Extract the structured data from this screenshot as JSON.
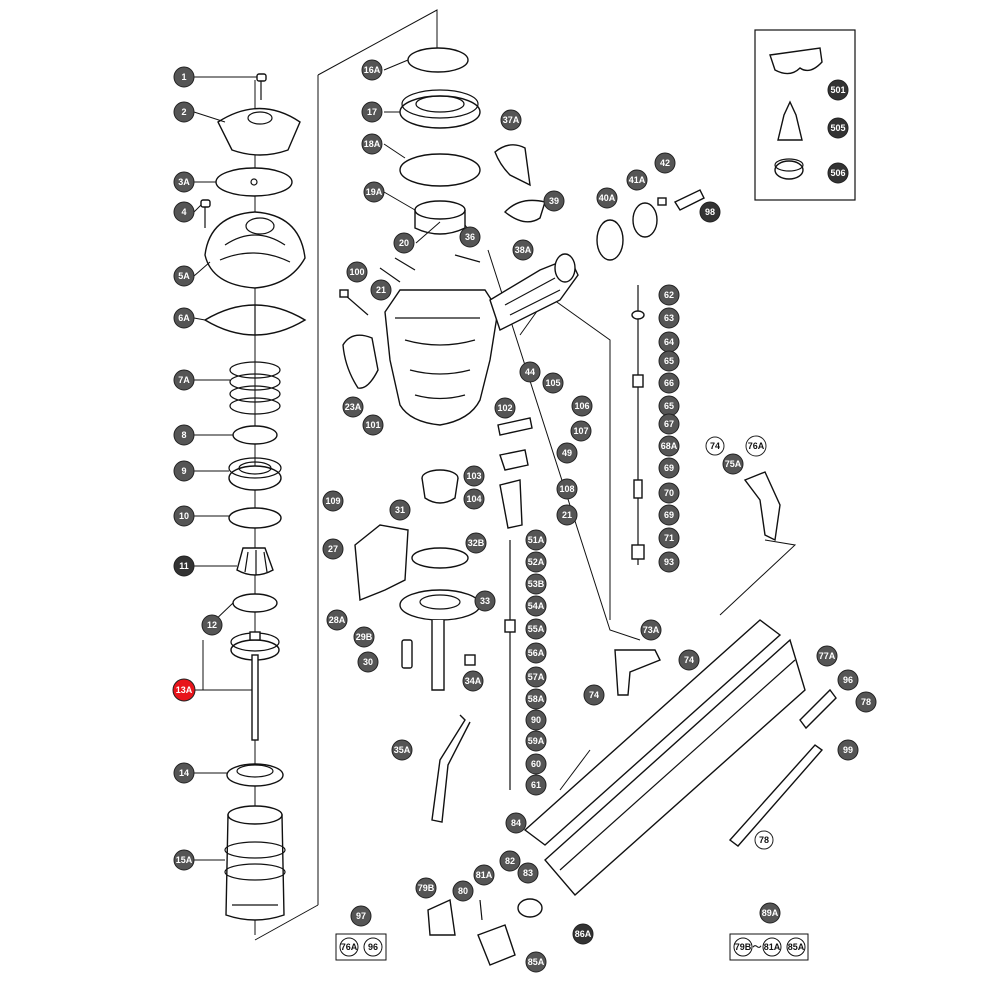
{
  "diagram": {
    "label_fill": "#555555",
    "highlight_fill": "#e8141b",
    "highlighted_part": "13A",
    "labels": {
      "p1": "1",
      "p2": "2",
      "p3a": "3A",
      "p4": "4",
      "p5a": "5A",
      "p6a": "6A",
      "p7a": "7A",
      "p8": "8",
      "p9": "9",
      "p10": "10",
      "p11": "11",
      "p12": "12",
      "p13a": "13A",
      "p14": "14",
      "p15a": "15A",
      "p16a": "16A",
      "p17": "17",
      "p18a": "18A",
      "p19a": "19A",
      "p20": "20",
      "p21a": "21",
      "p21b": "21",
      "p23a": "23A",
      "p27": "27",
      "p28a": "28A",
      "p29b": "29B",
      "p30": "30",
      "p31": "31",
      "p32b": "32B",
      "p33": "33",
      "p34a": "34A",
      "p35a": "35A",
      "p36": "36",
      "p37a": "37A",
      "p38a": "38A",
      "p39": "39",
      "p40a": "40A",
      "p41a": "41A",
      "p42": "42",
      "p44": "44",
      "p49": "49",
      "p51a": "51A",
      "p52a": "52A",
      "p53b": "53B",
      "p54a": "54A",
      "p55a": "55A",
      "p56a": "56A",
      "p57a": "57A",
      "p58a": "58A",
      "p59a": "59A",
      "p60": "60",
      "p61": "61",
      "p62": "62",
      "p63": "63",
      "p64": "64",
      "p65a": "65",
      "p65b": "65",
      "p66": "66",
      "p67": "67",
      "p68a": "68A",
      "p69a": "69",
      "p69b": "69",
      "p70": "70",
      "p71": "71",
      "p73a": "73A",
      "p74a": "74",
      "p74b": "74",
      "p74c": "74",
      "p75a": "75A",
      "p76a": "76A",
      "p77a": "77A",
      "p78a": "78",
      "p78b": "78",
      "p79b": "79B",
      "p80": "80",
      "p81a": "81A",
      "p82": "82",
      "p83": "83",
      "p84": "84",
      "p85a": "85A",
      "p86a": "86A",
      "p89a": "89A",
      "p90": "90",
      "p93": "93",
      "p96": "96",
      "p97": "97",
      "p98": "98",
      "p99": "99",
      "p100": "100",
      "p101": "101",
      "p102": "102",
      "p103": "103",
      "p104": "104",
      "p105": "105",
      "p106": "106",
      "p107": "107",
      "p108": "108",
      "p109": "109",
      "p501": "501",
      "p505": "505",
      "p506": "506"
    },
    "kit_97": {
      "items": [
        "76A",
        "96"
      ]
    },
    "kit_89a": {
      "from": "79B",
      "sep": "〜",
      "to": "81A",
      "extra": "85A"
    }
  }
}
